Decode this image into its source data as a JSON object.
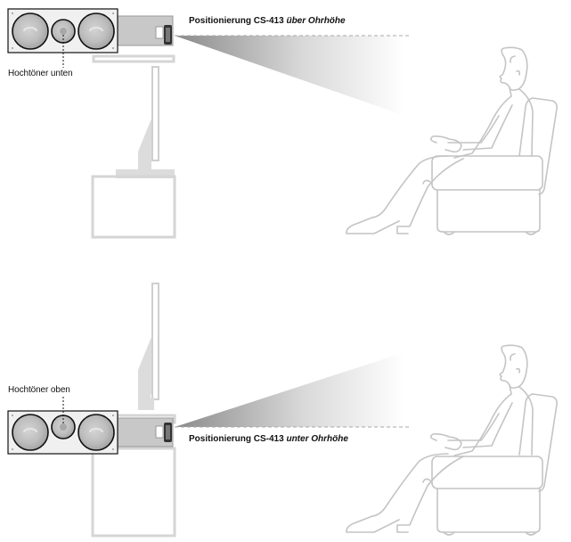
{
  "diagram": {
    "colors": {
      "line_gray": "#cfcfcf",
      "fill_gray": "#dcdcdc",
      "bracket_gray": "#c8c8c8",
      "speaker_outline": "#111111",
      "driver_gray": "#b9b9b9",
      "text": "#111111"
    },
    "top_scene": {
      "label_tweeter": "Hochtöner unten",
      "caption_main": "Positionierung CS-413 ",
      "caption_emph": "über Ohrhöhe"
    },
    "bottom_scene": {
      "label_tweeter": "Hochtöner oben",
      "caption_main": "Positionierung CS-413 ",
      "caption_emph": "unter Ohrhöhe"
    }
  }
}
